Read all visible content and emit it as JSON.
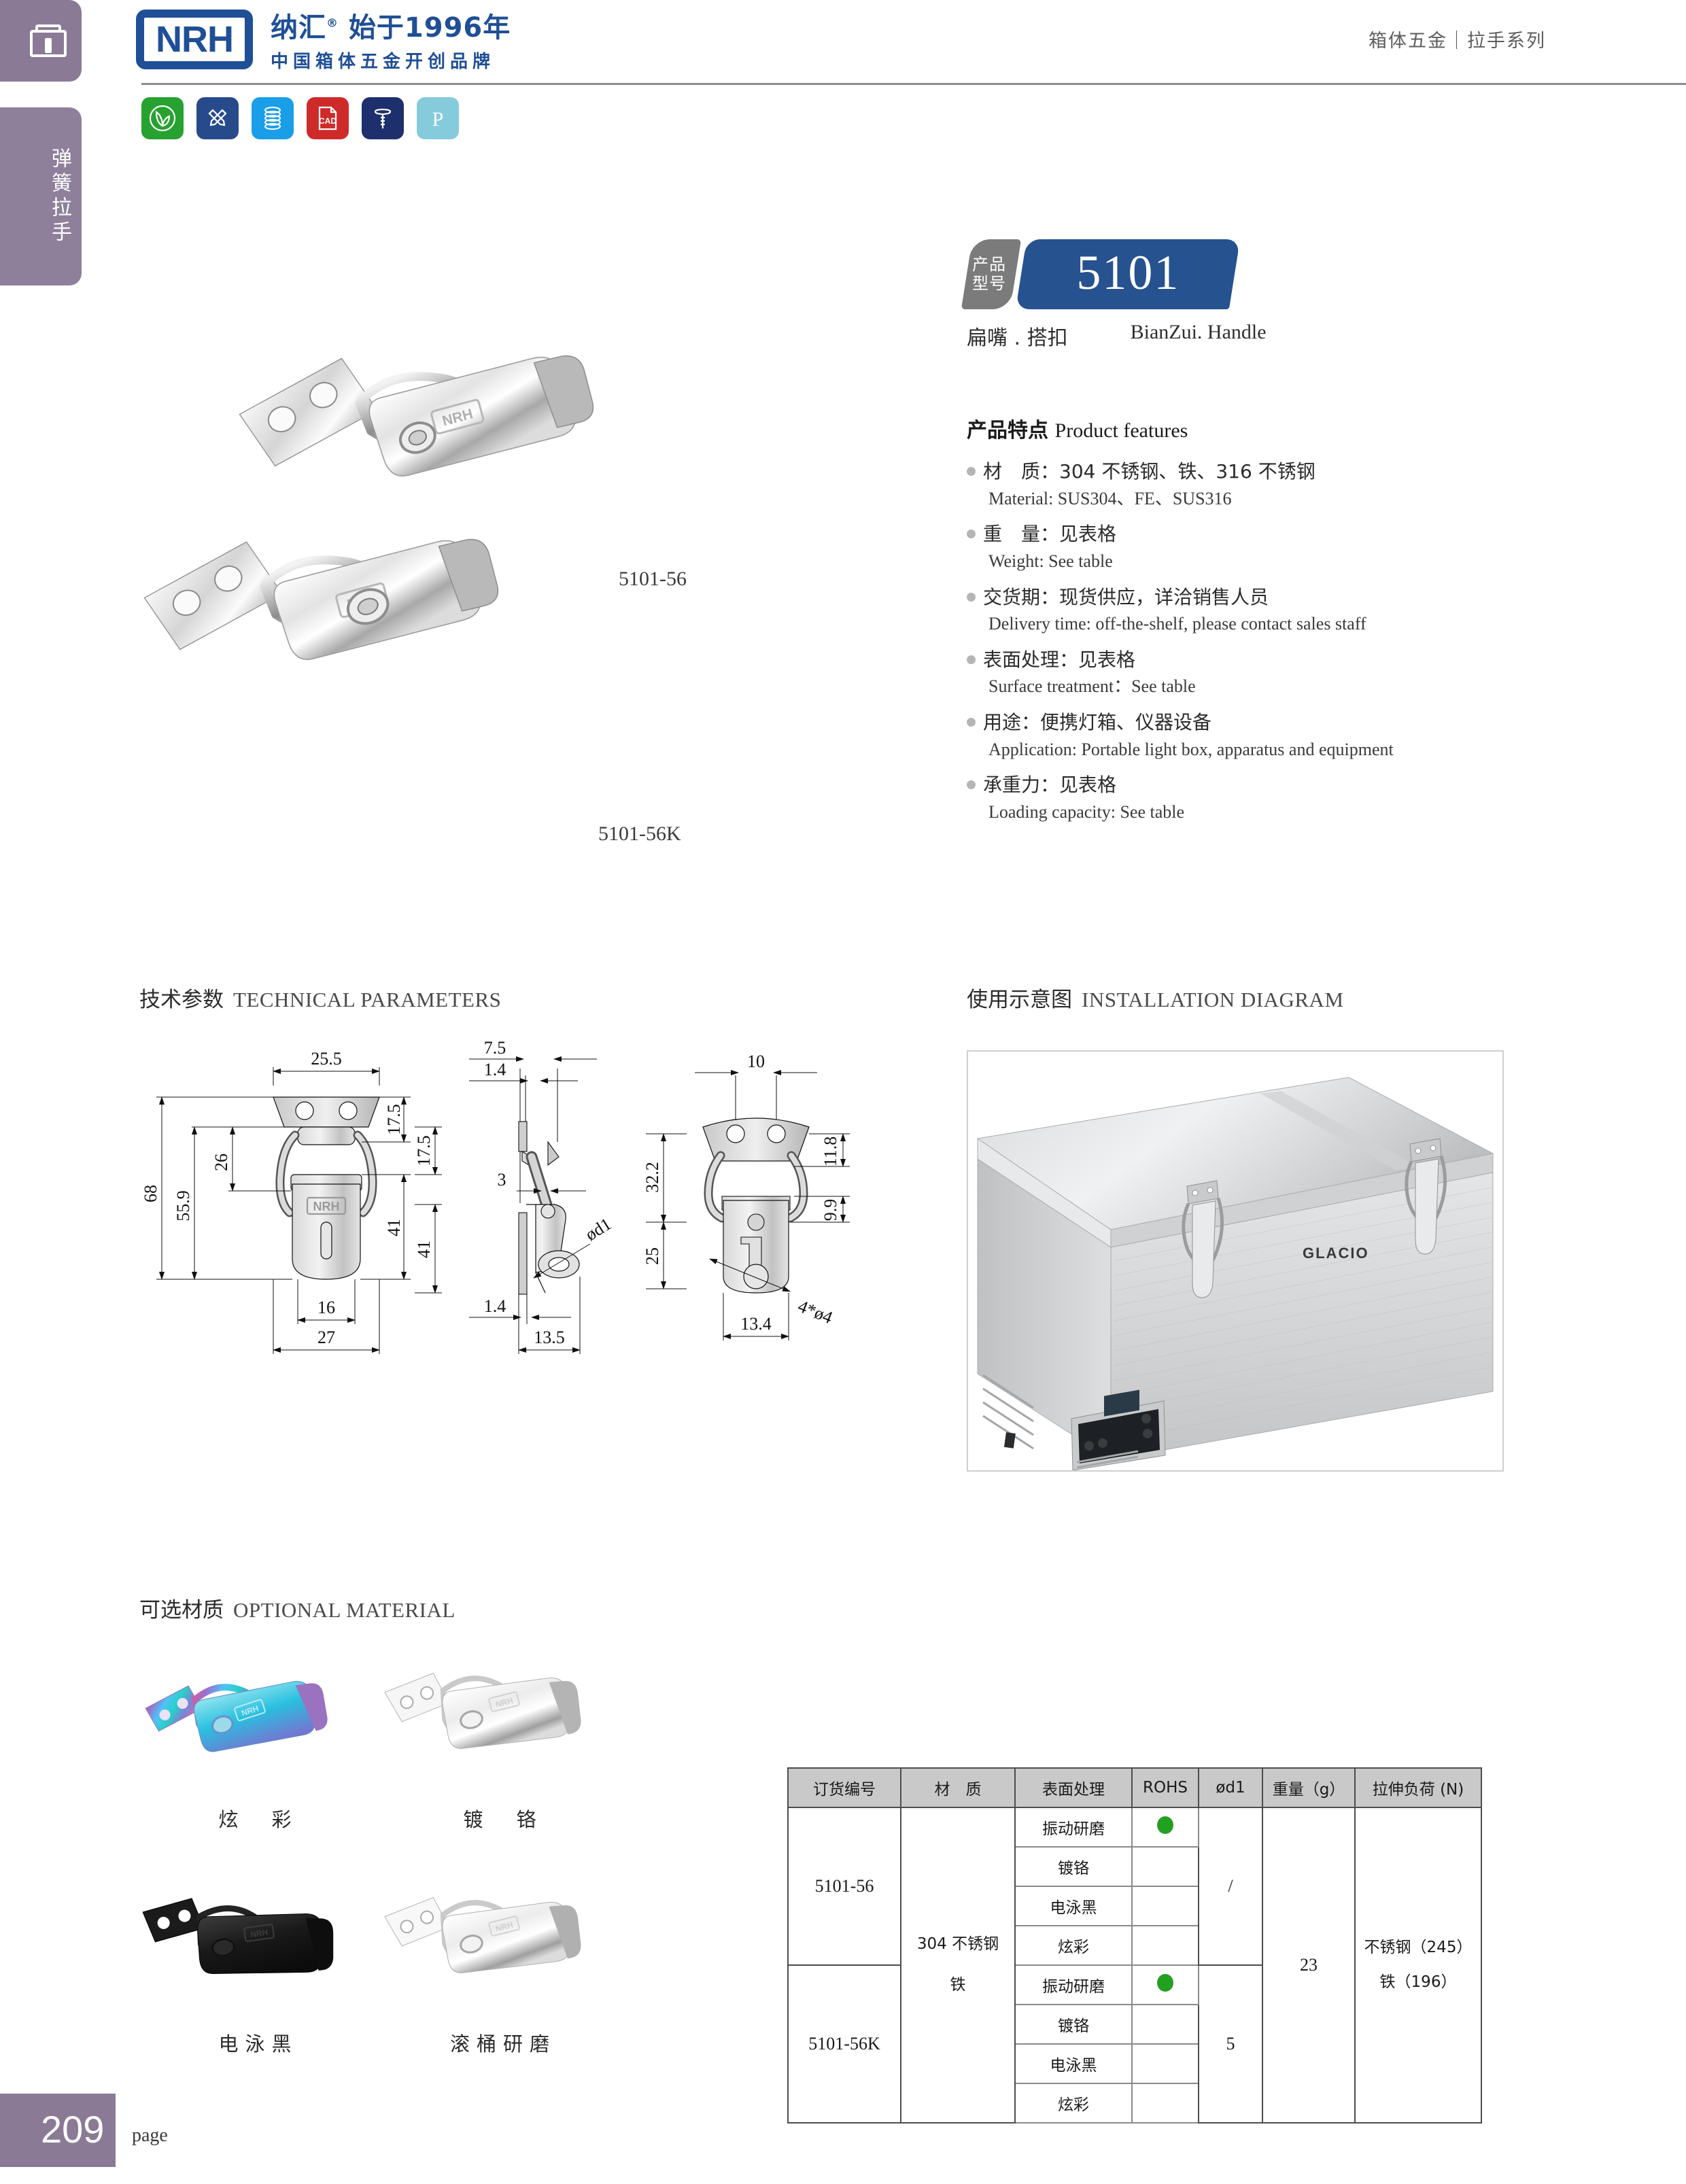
{
  "sidebar": {
    "top_icon": "case-icon",
    "tab_label": "弹簧拉手"
  },
  "header": {
    "logo_text": "NRH",
    "brand_cn_line1": "纳汇",
    "brand_cn_reg": "®",
    "brand_cn_since": "始于1996年",
    "brand_cn_line2": "中国箱体五金开创品牌",
    "category": "箱体五金｜拉手系列"
  },
  "icon_row": [
    {
      "name": "eco-leaf-icon",
      "color": "#27a12f"
    },
    {
      "name": "design-tools-icon",
      "color": "#274a8a"
    },
    {
      "name": "spring-coil-icon",
      "color": "#1a9ee8"
    },
    {
      "name": "cad-file-icon",
      "color": "#cf2a2a",
      "label": "CAD"
    },
    {
      "name": "screw-nail-icon",
      "color": "#1e2f6e"
    },
    {
      "name": "patent-p-icon",
      "color": "#85cbdb",
      "label": "P"
    }
  ],
  "product": {
    "badge_label": "产品型号",
    "model": "5101",
    "subtitle_cn": "扁嘴 . 搭扣",
    "subtitle_en": "BianZui. Handle",
    "photo_labels": [
      "5101-56",
      "5101-56K"
    ]
  },
  "features": {
    "title_cn": "产品特点",
    "title_en": "Product features",
    "items": [
      {
        "cn": "材　质：304 不锈钢、铁、316 不锈钢",
        "en": "Material: SUS304、FE、SUS316"
      },
      {
        "cn": "重　量：见表格",
        "en": "Weight: See table"
      },
      {
        "cn": "交货期：现货供应，详洽销售人员",
        "en": "Delivery time: off-the-shelf, please contact sales staff"
      },
      {
        "cn": "表面处理：见表格",
        "en": "Surface treatment：See table"
      },
      {
        "cn": "用途：便携灯箱、仪器设备",
        "en": "Application: Portable light box, apparatus and equipment"
      },
      {
        "cn": "承重力：见表格",
        "en": "Loading capacity: See table"
      }
    ]
  },
  "sections": {
    "tech_cn": "技术参数",
    "tech_en": "TECHNICAL PARAMETERS",
    "install_cn": "使用示意图",
    "install_en": "INSTALLATION DIAGRAM",
    "optional_cn": "可选材质",
    "optional_en": "OPTIONAL MATERIAL"
  },
  "drawing_dims": {
    "front": {
      "width_top": "25.5",
      "height_total": "68",
      "height_55": "55.9",
      "height_26": "26",
      "height_175": "17.5",
      "height_41": "41",
      "width_16": "16",
      "width_27": "27"
    },
    "side": {
      "top_75": "7.5",
      "top_14": "1.4",
      "mid_3": "3",
      "bottom_14": "1.4",
      "bottom_135": "13.5",
      "hole": "ød1",
      "h_175": "17.5",
      "h_41": "41",
      "h_322": "32.2",
      "h_25": "25"
    },
    "rear": {
      "width_10": "10",
      "h_118": "11.8",
      "h_99": "9.9",
      "h_322": "32.2",
      "h_25": "25",
      "width_134": "13.4",
      "holes": "4*ø4"
    }
  },
  "install_photo": {
    "brand_mark": "GLACIO",
    "alt": "stainless steel chest freezer with spring draw latches"
  },
  "optional_materials": [
    {
      "label": "炫　彩",
      "finish": "rainbow"
    },
    {
      "label": "镀　铬",
      "finish": "chrome"
    },
    {
      "label": "电泳黑",
      "finish": "black"
    },
    {
      "label": "滚桶研磨",
      "finish": "tumbled"
    }
  ],
  "spec_table": {
    "headers": [
      "订货编号",
      "材　质",
      "表面处理",
      "ROHS",
      "ød1",
      "重量（g）",
      "拉伸负荷 (N)"
    ],
    "material": "304 不锈钢\n铁",
    "weight": "23",
    "load": "不锈钢（245）\n铁（196）",
    "groups": [
      {
        "order_no": "5101-56",
        "od1": "/",
        "rows": [
          {
            "surface": "振动研磨",
            "rohs": true
          },
          {
            "surface": "镀铬",
            "rohs": false
          },
          {
            "surface": "电泳黑",
            "rohs": false
          },
          {
            "surface": "炫彩",
            "rohs": false
          }
        ]
      },
      {
        "order_no": "5101-56K",
        "od1": "5",
        "rows": [
          {
            "surface": "振动研磨",
            "rohs": true
          },
          {
            "surface": "镀铬",
            "rohs": false
          },
          {
            "surface": "电泳黑",
            "rohs": false
          },
          {
            "surface": "炫彩",
            "rohs": false
          }
        ]
      }
    ]
  },
  "footer": {
    "page_number": "209",
    "page_word": "page"
  },
  "colors": {
    "brand_blue": "#1f4f96",
    "badge_blue": "#26528f",
    "badge_gray": "#7b7b7b",
    "sidebar_purple": "#8a7a96",
    "rohs_green": "#22a022"
  }
}
